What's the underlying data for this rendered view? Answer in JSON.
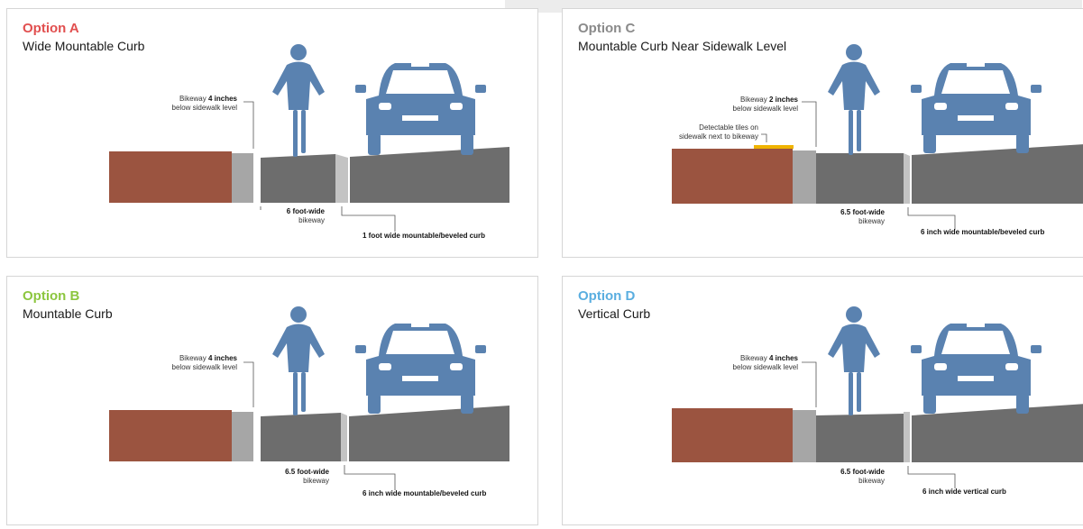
{
  "colors": {
    "sidewalk": "#9b5440",
    "curb": "#a6a6a6",
    "pavement": "#6d6d6d",
    "icon_blue": "#5a82b0",
    "tiles": "#f0b400",
    "option_a": "#e14f4f",
    "option_b": "#8cc63f",
    "option_c": "#8a8a8a",
    "option_d": "#5aaee0"
  },
  "panels": {
    "a": {
      "option_label": "Option A",
      "title": "Wide Mountable Curb",
      "depth_prefix": "Bikeway ",
      "depth_value": "4 inches",
      "depth_suffix": "below sidewalk level",
      "width_value": "6 foot-wide",
      "width_suffix": "bikeway",
      "curb_label": "1 foot wide mountable/beveled curb"
    },
    "b": {
      "option_label": "Option B",
      "title": "Mountable Curb",
      "depth_prefix": "Bikeway ",
      "depth_value": "4 inches",
      "depth_suffix": "below sidewalk level",
      "width_value": "6.5 foot-wide",
      "width_suffix": "bikeway",
      "curb_label": "6 inch wide mountable/beveled curb"
    },
    "c": {
      "option_label": "Option C",
      "title": "Mountable Curb Near Sidewalk Level",
      "depth_prefix": "Bikeway ",
      "depth_value": "2 inches",
      "depth_suffix": "below sidewalk level",
      "tiles_line1": "Detectable tiles on",
      "tiles_line2": "sidewalk next to bikeway",
      "width_value": "6.5 foot-wide",
      "width_suffix": "bikeway",
      "curb_label": "6 inch wide mountable/beveled curb"
    },
    "d": {
      "option_label": "Option D",
      "title": "Vertical Curb",
      "depth_prefix": "Bikeway ",
      "depth_value": "4 inches",
      "depth_suffix": "below sidewalk level",
      "width_value": "6.5 foot-wide",
      "width_suffix": "bikeway",
      "curb_label": "6 inch wide vertical curb"
    }
  }
}
